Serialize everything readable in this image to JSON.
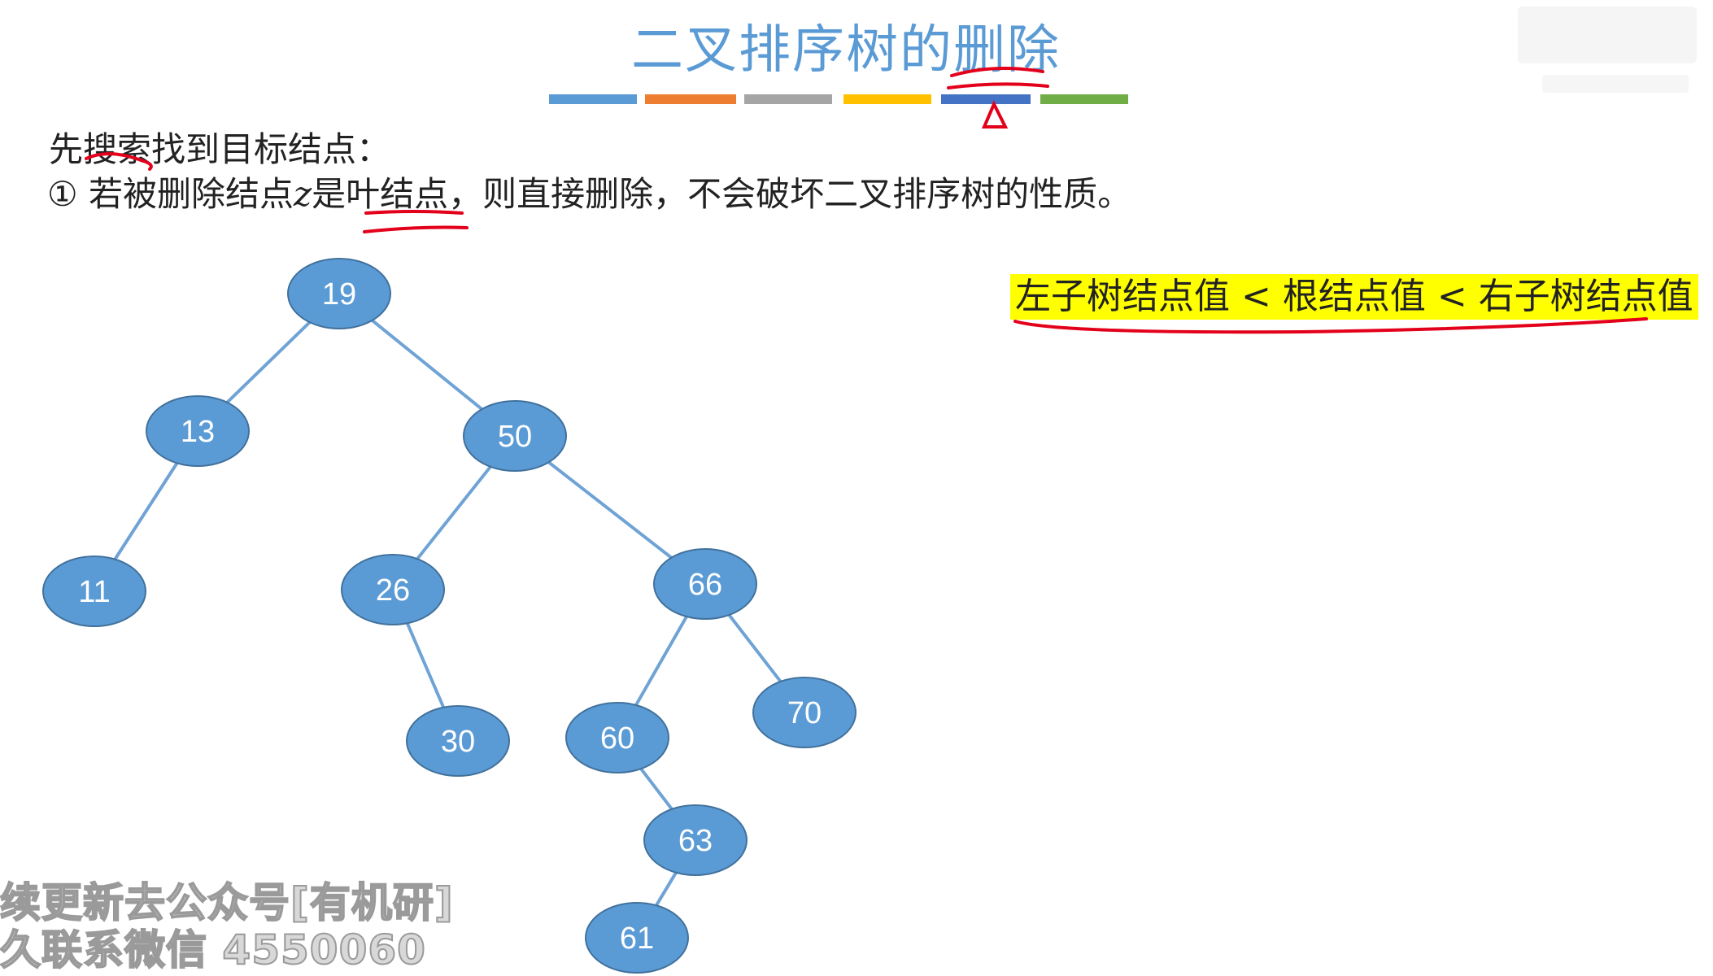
{
  "title": "二叉排序树的删除",
  "intro": "先搜索找到目标结点：",
  "case1": {
    "num": "①",
    "p1": " 若被删除结点",
    "z": "z",
    "p2": "是叶结点，则直接删除，不会破坏二叉排序树的性质。"
  },
  "rule": "左子树结点值 < 根结点值 < 右子树结点值",
  "watermark": {
    "line1": "续更新去公众号[有机研]",
    "line2": "久联系微信 4550060"
  },
  "colors": {
    "title": "#5b9bd5",
    "node_fill": "#5b9bd5",
    "edge": "#6fa3d6",
    "annotation": "#e3001b",
    "highlight": "#ffff00",
    "bars": [
      "#5b9bd5",
      "#ed7d31",
      "#a5a5a5",
      "#ffc000",
      "#4472c4",
      "#70ad47"
    ]
  },
  "tree": {
    "nodes": [
      {
        "id": "19",
        "label": "19"
      },
      {
        "id": "13",
        "label": "13"
      },
      {
        "id": "50",
        "label": "50"
      },
      {
        "id": "11",
        "label": "11"
      },
      {
        "id": "26",
        "label": "26"
      },
      {
        "id": "66",
        "label": "66"
      },
      {
        "id": "30",
        "label": "30"
      },
      {
        "id": "60",
        "label": "60"
      },
      {
        "id": "70",
        "label": "70"
      },
      {
        "id": "63",
        "label": "63"
      },
      {
        "id": "61",
        "label": "61"
      }
    ],
    "edges": [
      [
        "19",
        "13"
      ],
      [
        "19",
        "50"
      ],
      [
        "13",
        "11"
      ],
      [
        "50",
        "26"
      ],
      [
        "50",
        "66"
      ],
      [
        "26",
        "30"
      ],
      [
        "66",
        "60"
      ],
      [
        "66",
        "70"
      ],
      [
        "60",
        "63"
      ],
      [
        "63",
        "61"
      ]
    ]
  }
}
